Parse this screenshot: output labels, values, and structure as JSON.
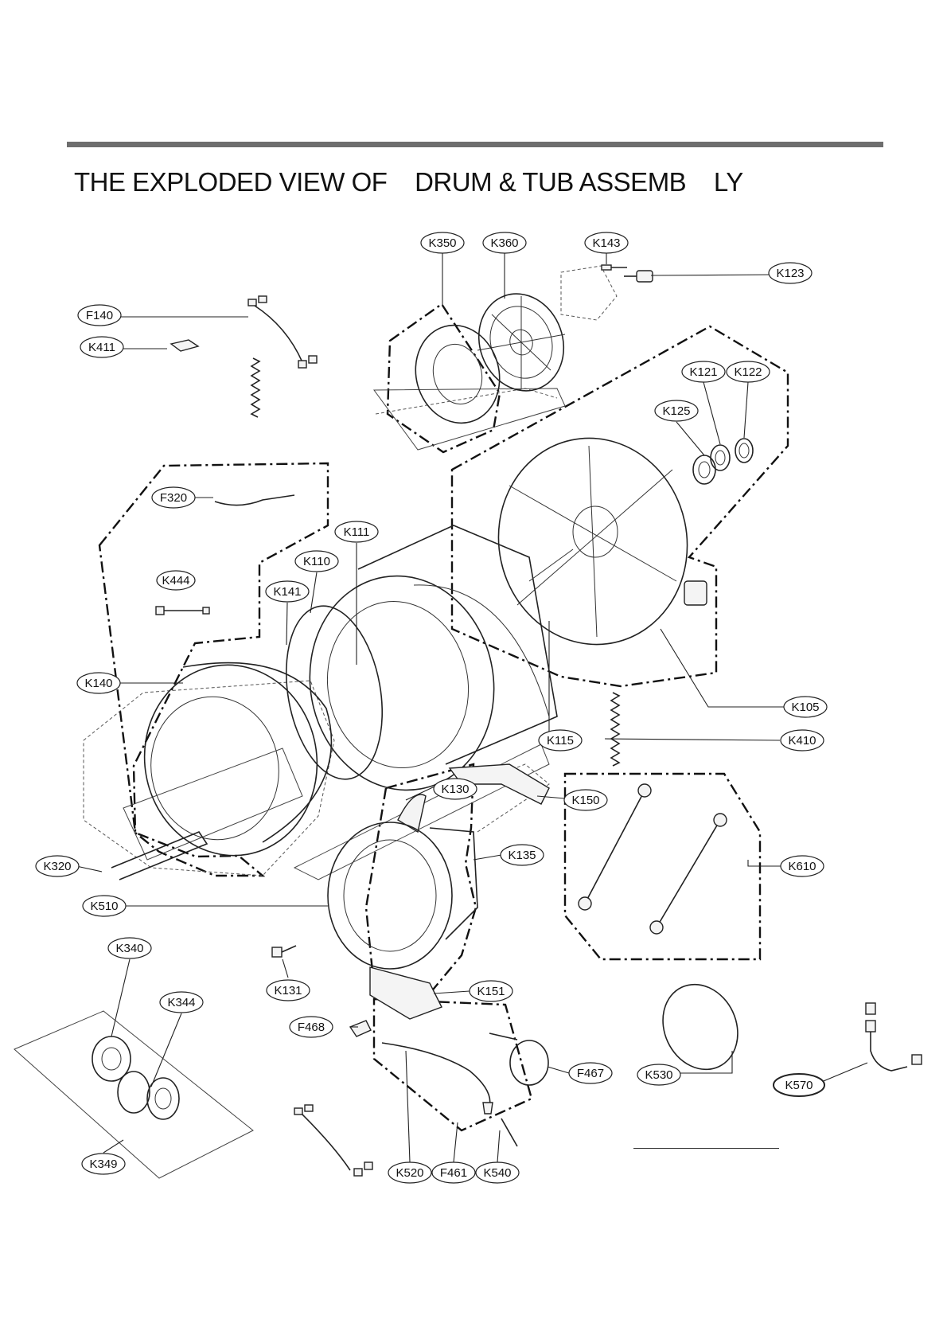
{
  "title": "THE EXPLODED VIEW OF    DRUM & TUB ASSEMB    LY",
  "callouts": {
    "K350": "K350",
    "K360": "K360",
    "K143": "K143",
    "K123": "K123",
    "F140": "F140",
    "K411": "K411",
    "K121": "K121",
    "K122": "K122",
    "K125": "K125",
    "F320": "F320",
    "K111": "K111",
    "K110": "K110",
    "K444": "K444",
    "K141": "K141",
    "K140": "K140",
    "K105": "K105",
    "K115": "K115",
    "K410": "K410",
    "K130": "K130",
    "K150": "K150",
    "K135": "K135",
    "K320": "K320",
    "K610": "K610",
    "K510": "K510",
    "K340": "K340",
    "K131": "K131",
    "K151": "K151",
    "K344": "K344",
    "F468": "F468",
    "F467": "F467",
    "K530": "K530",
    "K570": "K570",
    "K349": "K349",
    "K520": "K520",
    "F461": "F461",
    "K540": "K540"
  },
  "colors": {
    "rule": "#6e6e6e",
    "line": "#222222",
    "paper": "#ffffff"
  }
}
